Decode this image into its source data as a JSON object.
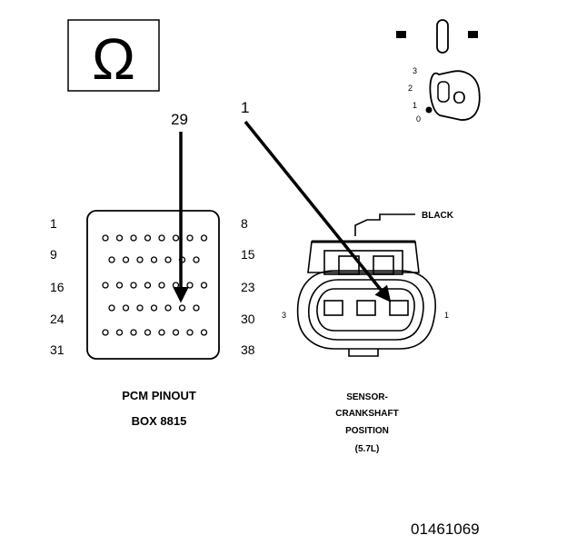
{
  "ohm_symbol": "Ω",
  "ignition_switch": {
    "key_letter": "O",
    "positions": [
      "3",
      "2",
      "1",
      "0"
    ]
  },
  "probe_labels": {
    "pcm_pin": "29",
    "sensor_pin": "1"
  },
  "pcm": {
    "left_pins": [
      "1",
      "9",
      "16",
      "24",
      "31"
    ],
    "right_pins": [
      "8",
      "15",
      "23",
      "30",
      "38"
    ],
    "caption_line1": "PCM PINOUT",
    "caption_line2": "BOX 8815"
  },
  "sensor": {
    "wire_color": "BLACK",
    "left_terminal": "3",
    "right_terminal": "1",
    "caption": [
      "SENSOR-",
      "CRANKSHAFT",
      "POSITION",
      "(5.7L)"
    ]
  },
  "figure_id": "01461069"
}
